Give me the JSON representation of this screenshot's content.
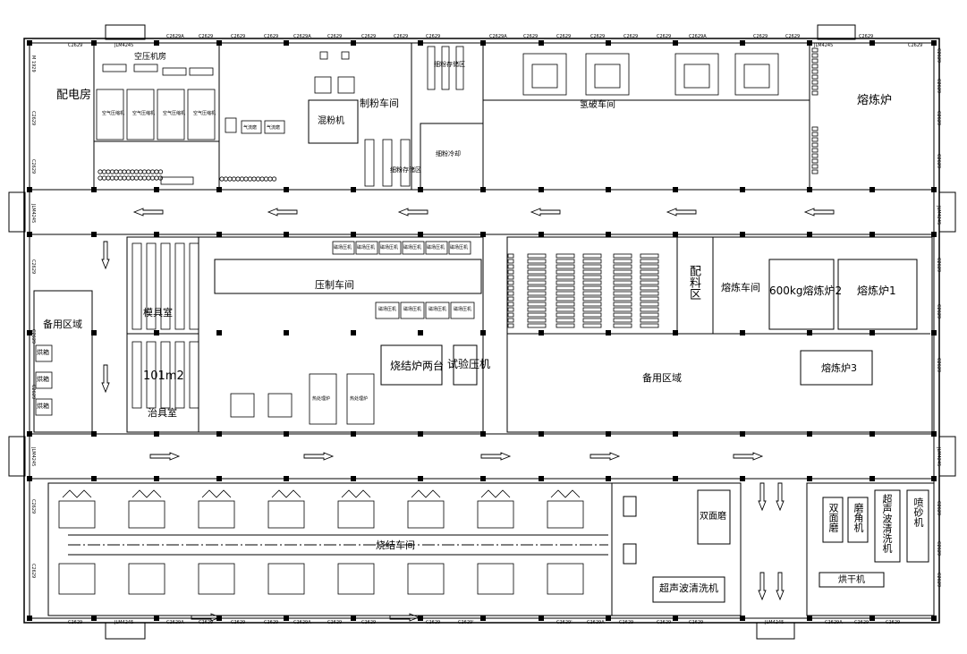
{
  "rooms": {
    "power_room": "配电房",
    "air_compressor_room": "空压机房",
    "powder_workshop": "制粉车间",
    "powder_mixer": "混粉机",
    "hydrogen_workshop": "氢破车间",
    "melting_furnace_top": "熔炼炉",
    "fine_powder_storage_top": "细粉存储区",
    "fine_powder_storage_mid": "细粉存储区",
    "fine_powder_cooling": "细粉冷却",
    "pressing_workshop": "压制车间",
    "mold_room": "模具室",
    "tooling_room": "治具室",
    "area_101": "101m2",
    "spare_area_left": "备用区域",
    "sintering_furnaces": "烧结炉两台",
    "test_press": "试验压机",
    "melting_workshop": "熔炼车间",
    "furnace_600kg": "600kg熔炼炉2",
    "furnace_1": "熔炼炉1",
    "furnace_3": "熔炼炉3",
    "batching_area": "配料区",
    "spare_area_mid": "备用区域",
    "sintering_workshop": "烧结车间",
    "double_grinder": "双面磨",
    "ultrasonic_cleaner_bottom": "超声波清洗机",
    "double_face_right": "双面磨",
    "chamfer_machine": "磨角机",
    "ultrasonic_cleaner_right": "超声波清洗机",
    "sandblaster": "喷砂机",
    "dryer": "烘干机",
    "oven_a": "烘箱",
    "oven_b": "烘箱",
    "oven_c": "烘箱"
  },
  "equipment": {
    "press_label": "磁场压机",
    "compressor_label": "空气压缩机",
    "jet_mill": "气流磨",
    "aux_box_1": "热处理炉",
    "aux_box_2": "热处理炉"
  },
  "door_labels": {
    "top": [
      "C2629",
      "JLM4245",
      "C2629A",
      "C2629",
      "C2629",
      "C2629",
      "C2629A",
      "C2629",
      "C2629",
      "C2629",
      "C2629",
      "C2629A",
      "C2629",
      "C2629",
      "C2629",
      "C2629",
      "C2629",
      "C2629A",
      "C2629",
      "C2629",
      "C2629",
      "JLM4245",
      "C2629"
    ],
    "bottom": [
      "C2629",
      "JLM4245",
      "C2629A",
      "C2629",
      "C2629",
      "C2629",
      "C2629A",
      "C2629",
      "C2629",
      "C2629",
      "C2629'",
      "C2629'",
      "C2629A",
      "C2629",
      "C2629",
      "C2629",
      "JLM4245",
      "C2629A",
      "C2629",
      "C2629"
    ],
    "left": [
      "M 1929",
      "C2629",
      "C2629",
      "JLM4245",
      "C2629",
      "C2629",
      "C2629",
      "JLM4245",
      "C2629",
      "C2629"
    ],
    "right": [
      "C2629",
      "C2629",
      "C2629",
      "C2629",
      "JLM4245",
      "C2629",
      "C2629",
      "C2629",
      "JLM4245",
      "C2629",
      "C2629",
      "C2629"
    ]
  }
}
